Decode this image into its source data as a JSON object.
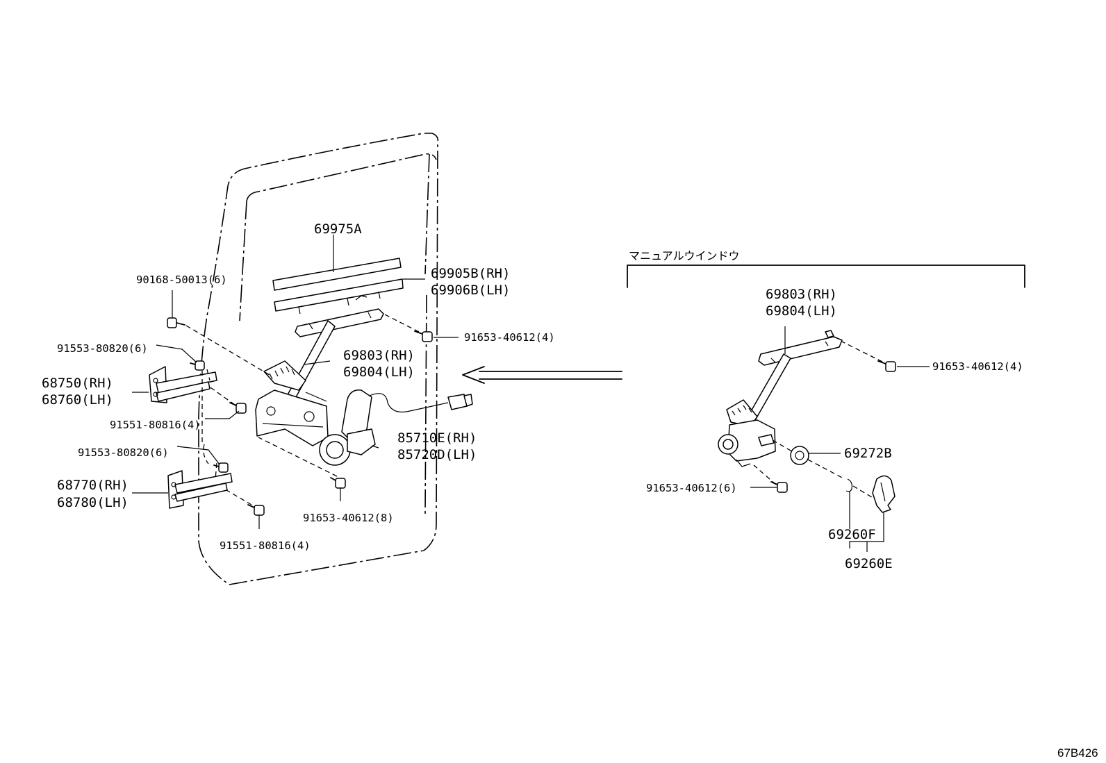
{
  "labels": {
    "glass_run": "69975A",
    "channel_rh": "69905B(RH)",
    "channel_lh": "69906B(LH)",
    "bolt_top": "90168-50013(6)",
    "bolt_regulator": "91653-40612(4)",
    "screw_upper_hinge_a": "91553-80820(6)",
    "hinge_upper_rh": "68750(RH)",
    "hinge_upper_lh": "68760(LH)",
    "regulator_rh": "69803(RH)",
    "regulator_lh": "69804(LH)",
    "bolt_upper_hinge_b": "91551-80816(4)",
    "motor_rh": "85710E(RH)",
    "motor_lh": "85720D(LH)",
    "screw_lower_hinge_a": "91553-80820(6)",
    "hinge_lower_rh": "68770(RH)",
    "hinge_lower_lh": "68780(LH)",
    "bolt_motor": "91653-40612(8)",
    "bolt_lower_hinge_b": "91551-80816(4)"
  },
  "manual": {
    "title": "マニュアルウインドウ",
    "regulator_rh": "69803(RH)",
    "regulator_lh": "69804(LH)",
    "bolt_top": "91653-40612(4)",
    "washer": "69272B",
    "bolt_bottom": "91653-40612(6)",
    "handle_clip": "69260F",
    "handle": "69260E"
  },
  "diagram_code": "67B426"
}
